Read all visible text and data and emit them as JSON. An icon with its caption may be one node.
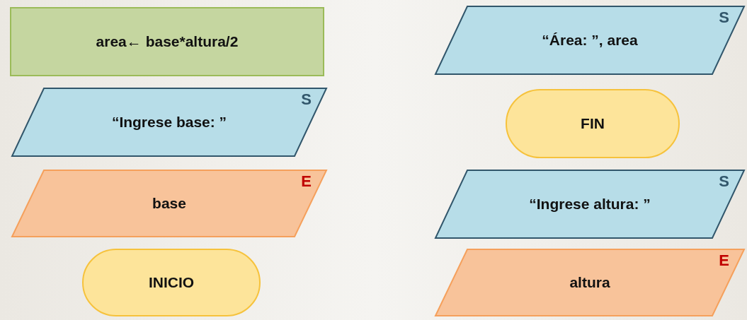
{
  "diagram": {
    "nodes": [
      {
        "text": [
          "area← base*altura/2"
        ]
      },
      {
        "text": [
          "“Ingrese base: ”",
          "S"
        ]
      },
      {
        "text": [
          "base",
          "E"
        ]
      },
      {
        "text": [
          "INICIO"
        ]
      },
      {
        "text": [
          "“Área: ”, area",
          "S"
        ]
      },
      {
        "text": [
          "FIN"
        ]
      },
      {
        "text": [
          "“Ingrese altura: ”",
          "S"
        ]
      },
      {
        "text": [
          "altura",
          "E"
        ]
      }
    ],
    "edges": []
  }
}
